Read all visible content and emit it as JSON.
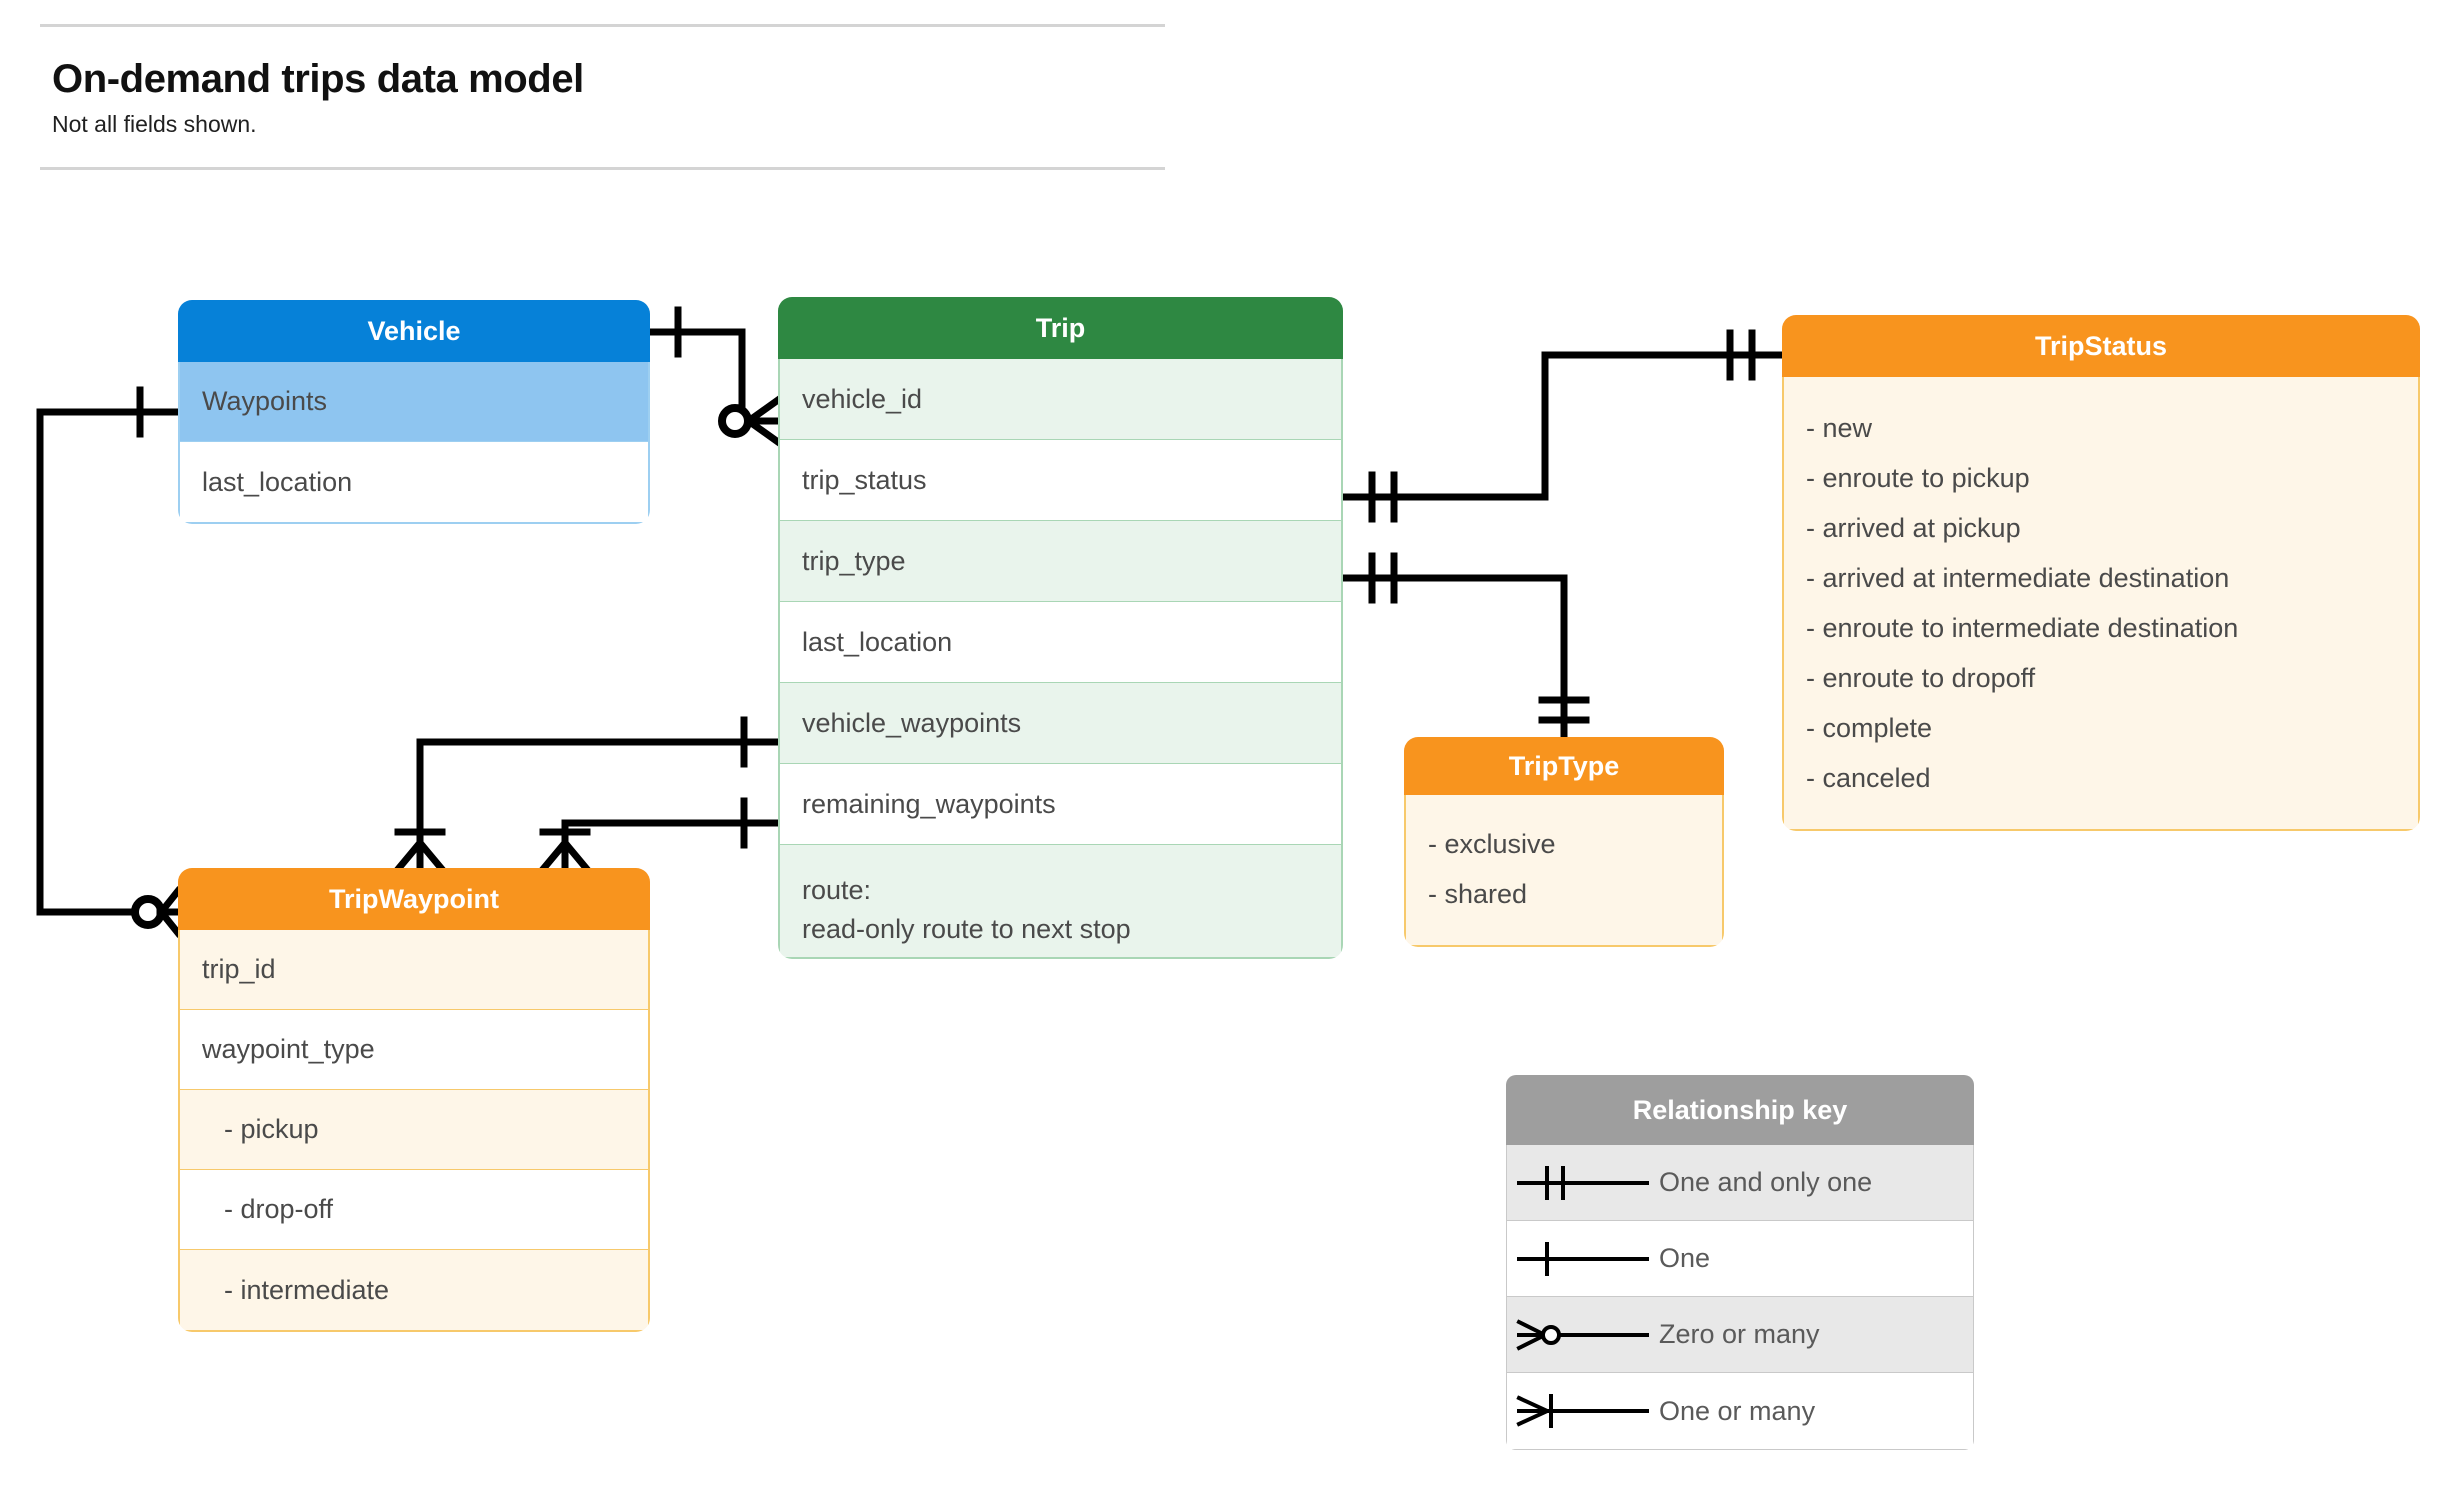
{
  "header": {
    "title": "On-demand trips data model",
    "subtitle": "Not all fields shown."
  },
  "entities": {
    "vehicle": {
      "title": "Vehicle",
      "color": "#0681d8",
      "rows": [
        {
          "label": "Waypoints"
        },
        {
          "label": "last_location"
        }
      ]
    },
    "trip": {
      "title": "Trip",
      "color": "#2e8842",
      "rows": [
        {
          "label": "vehicle_id"
        },
        {
          "label": "trip_status"
        },
        {
          "label": "trip_type"
        },
        {
          "label": "last_location"
        },
        {
          "label": "vehicle_waypoints"
        },
        {
          "label": "remaining_waypoints"
        },
        {
          "label": "route:",
          "label2": "read-only route to next stop"
        }
      ]
    },
    "tripstatus": {
      "title": "TripStatus",
      "color": "#f8941e",
      "values": [
        "- new",
        "- enroute to pickup",
        "- arrived at pickup",
        "- arrived at intermediate destination",
        "- enroute to intermediate destination",
        "- enroute to dropoff",
        "- complete",
        "- canceled"
      ]
    },
    "triptype": {
      "title": "TripType",
      "color": "#f8941e",
      "values": [
        "- exclusive",
        "- shared"
      ]
    },
    "tripwaypoint": {
      "title": "TripWaypoint",
      "color": "#f8941e",
      "rows": [
        {
          "label": "trip_id"
        },
        {
          "label": "waypoint_type"
        },
        {
          "label": "-  pickup"
        },
        {
          "label": "-  drop-off"
        },
        {
          "label": "-  intermediate"
        }
      ]
    }
  },
  "legend": {
    "title": "Relationship key",
    "rows": [
      {
        "label": "One and only one",
        "glyph": "one-and-only-one-icon"
      },
      {
        "label": "One",
        "glyph": "one-icon"
      },
      {
        "label": "Zero or many",
        "glyph": "zero-or-many-icon"
      },
      {
        "label": "One or many",
        "glyph": "one-or-many-icon"
      }
    ]
  },
  "relationships": [
    {
      "from": "Vehicle",
      "to": "Trip.vehicle_id",
      "from_card": "one",
      "to_card": "zero or many"
    },
    {
      "from": "Vehicle.Waypoints",
      "to": "TripWaypoint",
      "from_card": "one",
      "to_card": "zero or many"
    },
    {
      "from": "Trip.trip_status",
      "to": "TripStatus",
      "from_card": "one and only one",
      "to_card": "one and only one"
    },
    {
      "from": "Trip.trip_type",
      "to": "TripType",
      "from_card": "one and only one",
      "to_card": "one and only one"
    },
    {
      "from": "Trip.vehicle_waypoints",
      "to": "TripWaypoint",
      "from_card": "one",
      "to_card": "one or many"
    },
    {
      "from": "Trip.remaining_waypoints",
      "to": "TripWaypoint",
      "from_card": "one",
      "to_card": "one or many"
    }
  ]
}
